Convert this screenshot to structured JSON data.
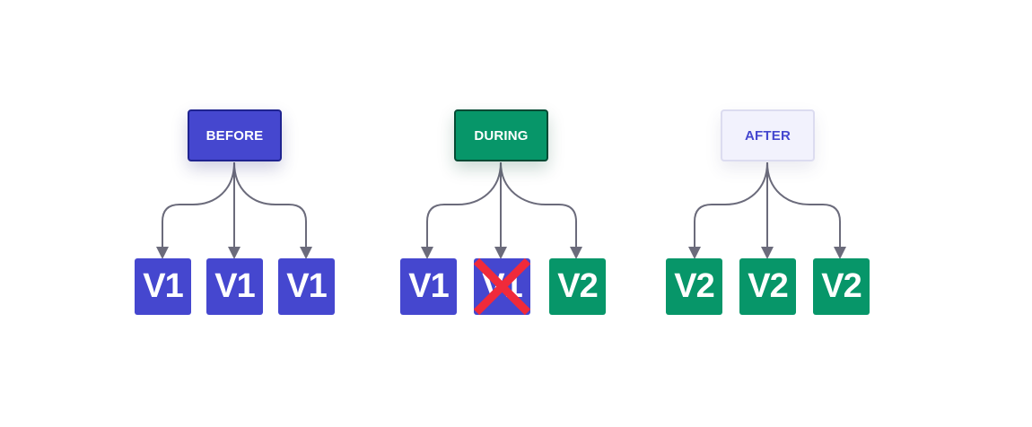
{
  "stages": [
    {
      "label": "BEFORE",
      "versions": [
        "V1",
        "V1",
        "V1"
      ]
    },
    {
      "label": "DURING",
      "versions": [
        "V1",
        "V1",
        "V2"
      ],
      "crossed_out_index": 1
    },
    {
      "label": "AFTER",
      "versions": [
        "V2",
        "V2",
        "V2"
      ]
    }
  ],
  "colors": {
    "v1": "#4547cf",
    "v2": "#079669",
    "connector": "#6b6b7b",
    "cross": "#f02a3a"
  }
}
